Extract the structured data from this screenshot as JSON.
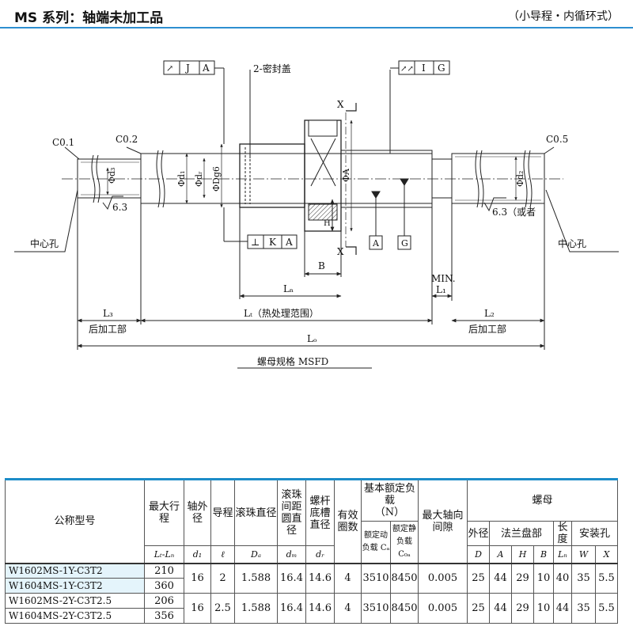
{
  "header": {
    "title": "MS 系列：轴端未加工品",
    "subtitle": "（小导程・内循环式）"
  },
  "drawing": {
    "callout_j": {
      "symbol": "↗",
      "ref1": "J",
      "ref2": "A"
    },
    "callout_i": {
      "symbol": "↗↗",
      "ref1": "I",
      "ref2": "G"
    },
    "callout_k": {
      "symbol": "⊥",
      "ref1": "K",
      "ref2": "A"
    },
    "seal_label": "2-密封盖",
    "chamfer_left_1": "C0.1",
    "chamfer_left_2": "C0.2",
    "chamfer_right": "C0.5",
    "rough_left": "6.3",
    "rough_right": "6.3（或者",
    "dia_d3": "Φd₃",
    "dia_d1": "Φd₁",
    "dia_dr": "Φdᵣ",
    "dia_Dg6": "ΦDg6",
    "dia_A": "ΦA",
    "dia_d2": "Φd₂",
    "section_x": "X",
    "datum_a": "A",
    "datum_g": "G",
    "center_hole_left": "中心孔",
    "center_hole_right": "中心孔",
    "dim_B": "B",
    "dim_H": "H",
    "dim_Ln": "Lₙ",
    "dim_min": "MIN.",
    "dim_L1": "L₁",
    "dim_L3": "L₃",
    "dim_Lt": "Lₜ（热处理范围）",
    "dim_L2": "L₂",
    "post_left": "后加工部",
    "post_right": "后加工部",
    "dim_Lo": "Lₒ",
    "nut_spec": "螺母规格  MSFD"
  },
  "table": {
    "headers": {
      "model": "公称型号",
      "max_stroke": "最大行程",
      "shaft_od": "轴外径",
      "lead": "导程",
      "ball_dia": "滚珠直径",
      "pcd": "滚珠间距圆直径",
      "root_dia": "螺杆底槽直径",
      "turns": "有效圈数",
      "load_rating": "基本额定负载",
      "load_unit": "（N）",
      "dyn_load": "额定动负载 Cₐ",
      "static_load": "额定静负载 C₀ₐ",
      "backlash": "最大轴向间隙",
      "nut": "螺母",
      "nut_od": "外径",
      "flange": "法兰盘部",
      "length": "长度",
      "mount_hole": "安装孔"
    },
    "symbols": {
      "max_stroke": "Lₜ-Lₙ",
      "shaft_od": "d₁",
      "lead": "ℓ",
      "ball_dia": "Dₐ",
      "pcd": "dₘ",
      "root_dia": "dᵣ",
      "D": "D",
      "A": "A",
      "H": "H",
      "B": "B",
      "Ln": "Lₙ",
      "W": "W",
      "X": "X"
    },
    "groups": [
      {
        "models": [
          {
            "name": "W1602MS-1Y-C3T2",
            "stroke": "210"
          },
          {
            "name": "W1604MS-1Y-C3T2",
            "stroke": "360"
          }
        ],
        "d1": "16",
        "lead": "2",
        "Da": "1.588",
        "dm": "16.4",
        "dr": "14.6",
        "turns": "4",
        "Ca": "3510",
        "C0a": "8450",
        "backlash": "0.005",
        "D": "25",
        "A": "44",
        "H": "29",
        "B": "10",
        "Ln": "40",
        "W": "35",
        "X": "5.5"
      },
      {
        "models": [
          {
            "name": "W1602MS-2Y-C3T2.5",
            "stroke": "206"
          },
          {
            "name": "W1604MS-2Y-C3T2.5",
            "stroke": "356"
          }
        ],
        "d1": "16",
        "lead": "2.5",
        "Da": "1.588",
        "dm": "16.4",
        "dr": "14.6",
        "turns": "4",
        "Ca": "3510",
        "C0a": "8450",
        "backlash": "0.005",
        "D": "25",
        "A": "44",
        "H": "29",
        "B": "10",
        "Ln": "44",
        "W": "35",
        "X": "5.5"
      }
    ]
  }
}
